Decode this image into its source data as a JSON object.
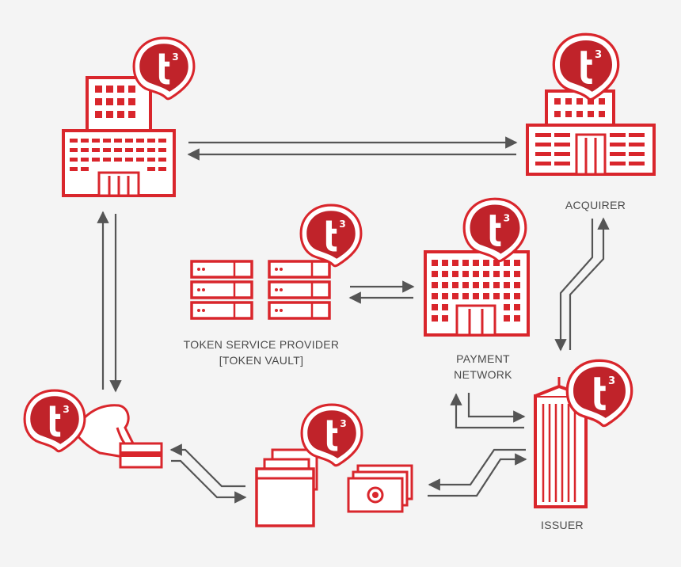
{
  "colors": {
    "brand_red": "#d9262c",
    "dark_red": "#b31e25",
    "arrow": "#555555",
    "background": "#f4f4f4"
  },
  "badge": {
    "letter": "t",
    "superscript": "3"
  },
  "labels": {
    "acquirer": "ACQUIRER",
    "token_service_provider": "TOKEN SERVICE PROVIDER",
    "token_vault": "[TOKEN VAULT]",
    "payment": "PAYMENT",
    "network": "NETWORK",
    "issuer": "ISSUER"
  }
}
